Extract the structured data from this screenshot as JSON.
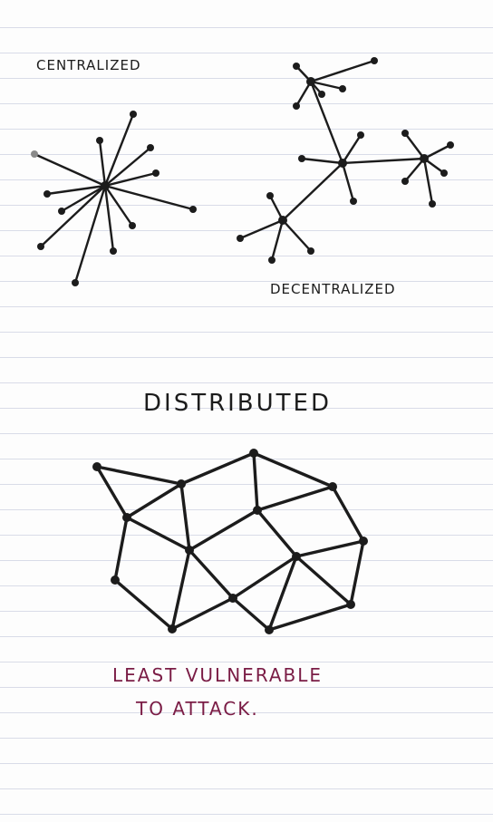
{
  "labels": {
    "centralized": "Centralized",
    "decentralized": "Decentralized",
    "distributed": "Distributed",
    "note_line1": "Least vulnerable",
    "note_line2": "to attack."
  },
  "colors": {
    "ink": "#1c1c1c",
    "note_ink": "#7a1c45",
    "ruled_line": "#d9dce8"
  }
}
